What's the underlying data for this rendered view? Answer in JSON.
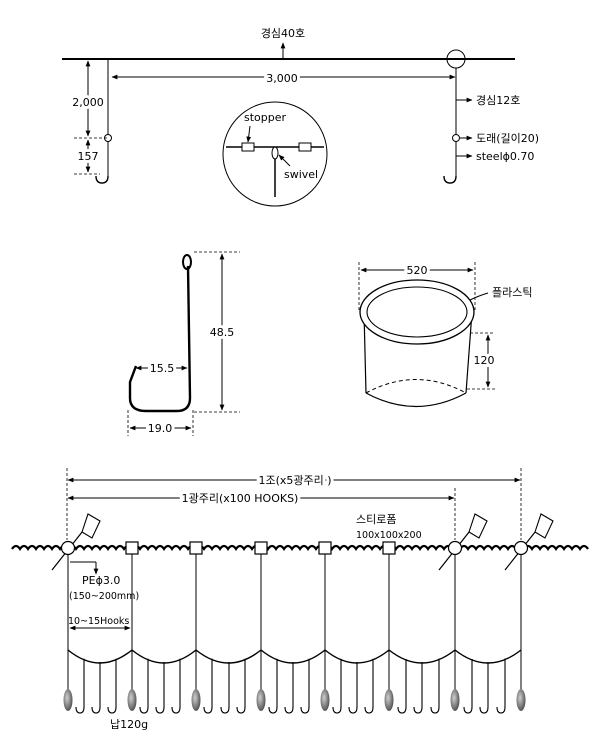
{
  "top_assembly": {
    "mainline_label": "경심40호",
    "span_label": "3,000",
    "height_label": "2,000",
    "branch_label": "157",
    "line_label": "경심12호",
    "swivel_label": "도래(길이20)",
    "wire_label": "steelϕ0.70",
    "inset": {
      "stopper_label": "stopper",
      "swivel_label": "swivel"
    }
  },
  "hook_detail": {
    "height_label": "48.5",
    "inner_width_label": "15.5",
    "width_label": "19.0"
  },
  "pot_detail": {
    "diameter_label": "520",
    "height_label": "120",
    "material_label": "플라스틱"
  },
  "longline_set": {
    "set_label": "1조(x5광주리 )",
    "basket_label": "1광주리(x100 HOOKS)",
    "float_label": "스티로폼",
    "float_size_label": "100x100x200",
    "branch_line_label": "PEϕ3.0",
    "branch_length_label": "(150~200mm)",
    "hook_count_label": "10~15Hooks",
    "sinker_label": "납120g"
  }
}
